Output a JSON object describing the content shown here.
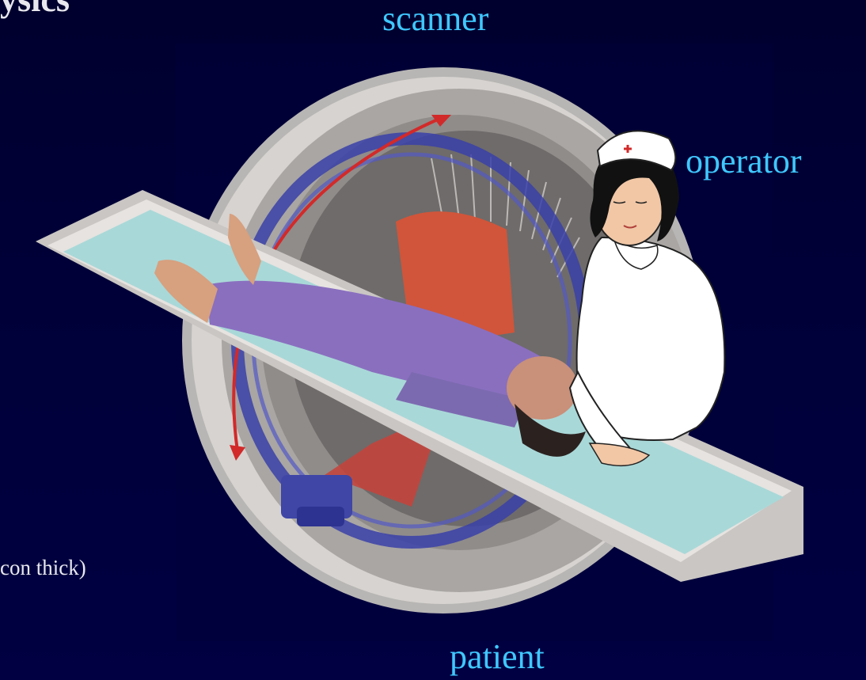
{
  "colors": {
    "background": "#000038",
    "label_accent": "#3fc8ff",
    "body_text": "#e8e8ee"
  },
  "labels": {
    "title_fragment": "ysics",
    "scanner": "scanner",
    "operator": "operator",
    "patient": "patient",
    "thickness_note": "con thick)"
  },
  "illustration": {
    "icon": "ct-scanner-with-patient-and-nurse-illustration"
  }
}
